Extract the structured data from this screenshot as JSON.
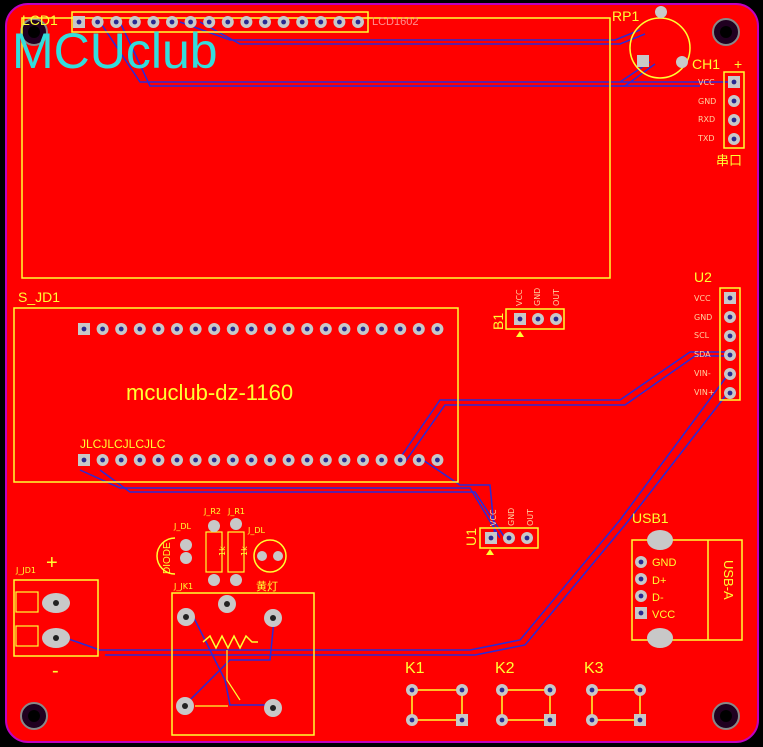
{
  "board": {
    "logo": "MCUclub",
    "module_title": "mcuclub-dz-1160",
    "colors": {
      "copper": "#ff0000",
      "silk": "#ffff33",
      "trace": "#2222dd",
      "logo": "#33dddd",
      "pad": "#c8c8c8"
    }
  },
  "components": {
    "lcd": {
      "ref": "LCD1",
      "name": "LCD1602"
    },
    "rp1": {
      "ref": "RP1"
    },
    "ch1": {
      "ref": "CH1",
      "plus": "+",
      "pins": [
        "VCC",
        "GND",
        "RXD",
        "TXD"
      ],
      "caption": "串口"
    },
    "s_jd1": {
      "ref": "S_JD1",
      "bottom_caption": "JLCJLCJLCJLC"
    },
    "b1": {
      "ref": "B1",
      "pins": [
        "VCC",
        "GND",
        "OUT"
      ]
    },
    "u2": {
      "ref": "U2",
      "pins": [
        "VCC",
        "GND",
        "SCL",
        "SDA",
        "VIN-",
        "VIN+"
      ]
    },
    "u1": {
      "ref": "U1",
      "pins": [
        "VCC",
        "GND",
        "OUT"
      ]
    },
    "usb1": {
      "ref": "USB1",
      "pins": [
        "GND",
        "D+",
        "D-",
        "VCC"
      ],
      "label": "USB-A"
    },
    "relay": {
      "ref": "J_JK1"
    },
    "diode": {
      "ref": "J_DL",
      "text": "DIODE"
    },
    "r2": {
      "ref": "J_R2",
      "value": "1k"
    },
    "r1": {
      "ref": "J_R1",
      "value": "1k"
    },
    "led": {
      "ref": "J_DL",
      "caption": "黄灯"
    },
    "power": {
      "ref": "J_JD1",
      "plus": "+",
      "minus": "-"
    },
    "k1": {
      "ref": "K1"
    },
    "k2": {
      "ref": "K2"
    },
    "k3": {
      "ref": "K3"
    }
  }
}
